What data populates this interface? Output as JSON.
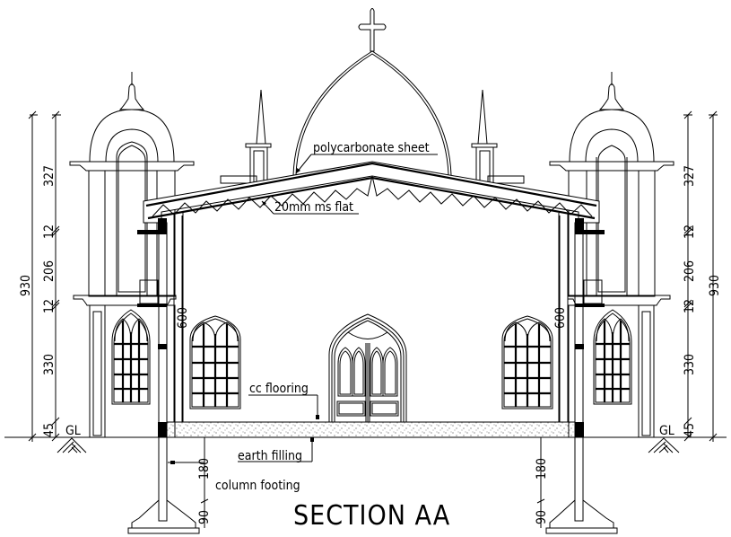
{
  "drawing": {
    "title": "SECTION AA",
    "labels": {
      "polycarbonate": "polycarbonate sheet",
      "ms_flat": "20mm ms flat",
      "cc_flooring": "cc flooring",
      "earth_filling": "earth filling",
      "column_footing": "column footing",
      "ground_level_left": "GL",
      "ground_level_right": "GL"
    },
    "dimensions": {
      "left_total": "930",
      "left_segments": [
        "327",
        "12",
        "206",
        "12",
        "330",
        "45"
      ],
      "right_total": "930",
      "right_segments": [
        "327",
        "12",
        "206",
        "12",
        "330",
        "45"
      ],
      "wall_height_left": "600",
      "wall_height_right": "600",
      "footing_left": [
        "180",
        "90"
      ],
      "footing_right": [
        "180",
        "90"
      ]
    }
  }
}
